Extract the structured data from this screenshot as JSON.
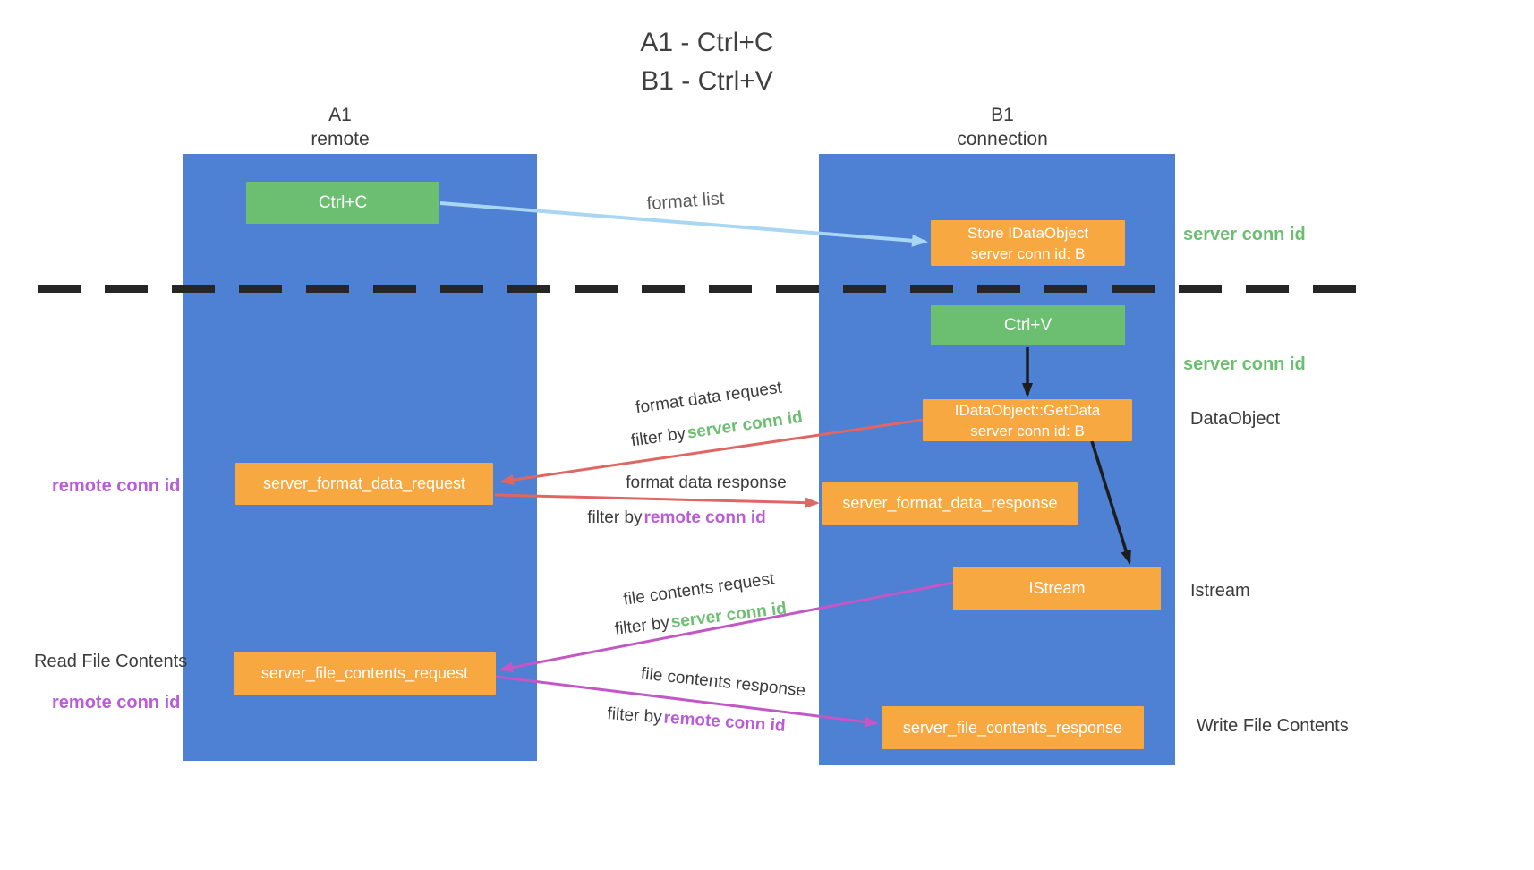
{
  "title": {
    "line1": "A1 - Ctrl+C",
    "line2": "B1 - Ctrl+V"
  },
  "lanes": {
    "left": {
      "name": "A1",
      "subtitle": "remote"
    },
    "right": {
      "name": "B1",
      "subtitle": "connection"
    }
  },
  "nodes": {
    "ctrl_c": {
      "label": "Ctrl+C"
    },
    "store_idataobject": {
      "line1": "Store IDataObject",
      "line2": "server conn id: B"
    },
    "ctrl_v": {
      "label": "Ctrl+V"
    },
    "getdata": {
      "line1": "IDataObject::GetData",
      "line2": "server conn id: B"
    },
    "format_request": {
      "label": "server_format_data_request"
    },
    "format_response": {
      "label": "server_format_data_response"
    },
    "istream": {
      "label": "IStream"
    },
    "file_request": {
      "label": "server_file_contents_request"
    },
    "file_response": {
      "label": "server_file_contents_response"
    }
  },
  "edge_labels": {
    "format_list": "format list",
    "format_data_request": "format data request",
    "format_data_response": "format data response",
    "file_contents_request": "file contents request",
    "file_contents_response": "file contents response",
    "filter_by": "filter by",
    "server_conn_id": "server conn id",
    "remote_conn_id": "remote conn id"
  },
  "side_labels": {
    "server_conn_id_store": "server conn id",
    "server_conn_id_getdata": "server conn id",
    "dataobject": "DataObject",
    "istream": "Istream",
    "write_file_contents": "Write File Contents",
    "remote_conn_id_format": "remote conn id",
    "read_file_contents": "Read File Contents",
    "remote_conn_id_file": "remote conn id"
  },
  "colors": {
    "lane": "#4E80D4",
    "green": "#6CBF71",
    "orange": "#F8A840",
    "arrow_blue": "#A9D6F2",
    "arrow_red": "#E06663",
    "arrow_purple": "#C257C5",
    "arrow_black": "#1d1d1d",
    "text_green": "#6CBF71",
    "text_purple": "#BA5CD8"
  }
}
